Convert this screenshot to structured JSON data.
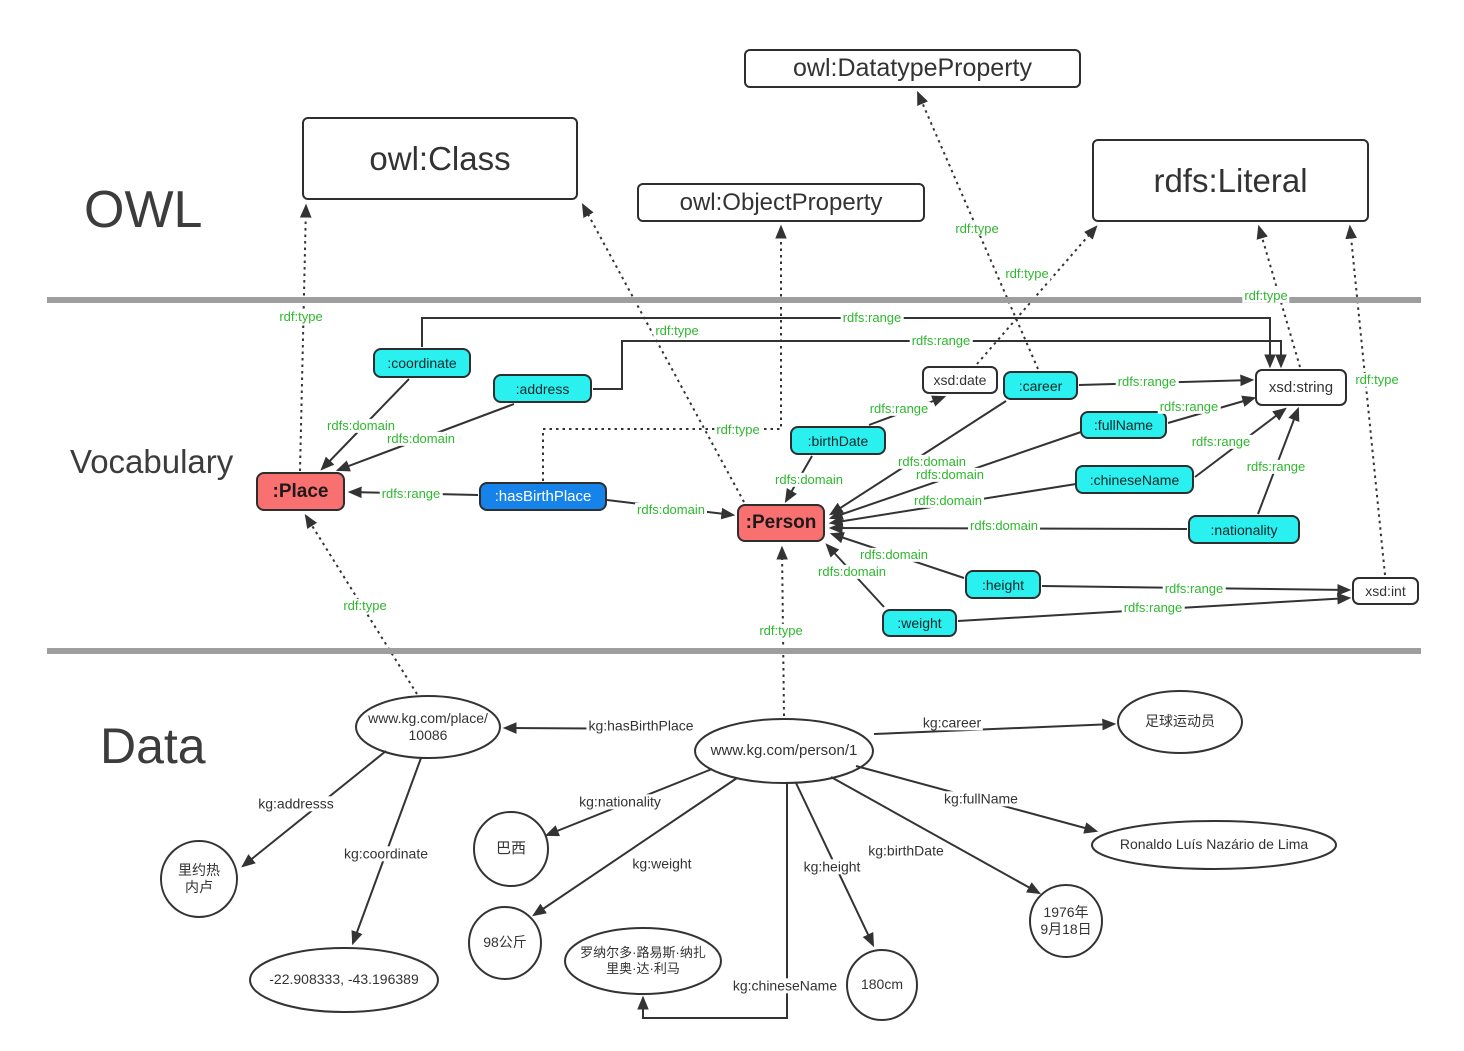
{
  "sections": {
    "owl": "OWL",
    "vocabulary": "Vocabulary",
    "data": "Data"
  },
  "owl_layer": {
    "class": "owl:Class",
    "object_property": "owl:ObjectProperty",
    "datatype_property": "owl:DatatypeProperty",
    "literal": "rdfs:Literal"
  },
  "vocabulary_layer": {
    "classes": {
      "place": ":Place",
      "person": ":Person"
    },
    "object_properties": {
      "has_birth_place": ":hasBirthPlace"
    },
    "datatype_properties": {
      "coordinate": ":coordinate",
      "address": ":address",
      "birth_date": ":birthDate",
      "career": ":career",
      "full_name": ":fullName",
      "chinese_name": ":chineseName",
      "nationality": ":nationality",
      "height": ":height",
      "weight": ":weight"
    },
    "datatypes": {
      "date": "xsd:date",
      "string": "xsd:string",
      "int": "xsd:int"
    }
  },
  "data_layer": {
    "place_uri": "www.kg.com/place/\n10086",
    "person_uri": "www.kg.com/person/1",
    "career_value": "足球运动员",
    "full_name_value": "Ronaldo Luís Nazário de Lima",
    "birth_date_value": "1976年\n9月18日",
    "height_value": "180cm",
    "chinese_name_value": "罗纳尔多·路易斯·纳扎\n里奥·达·利马",
    "weight_value": "98公斤",
    "nationality_value": "巴西",
    "address_value": "里约热\n内卢",
    "coordinate_value": "-22.908333, -43.196389"
  },
  "edge_labels": {
    "rdf_type": "rdf:type",
    "rdfs_domain": "rdfs:domain",
    "rdfs_range": "rdfs:range",
    "kg_has_birth_place": "kg:hasBirthPlace",
    "kg_career": "kg:career",
    "kg_nationality": "kg:nationality",
    "kg_weight": "kg:weight",
    "kg_height": "kg:height",
    "kg_birth_date": "kg:birthDate",
    "kg_full_name": "kg:fullName",
    "kg_chinese_name": "kg:chineseName",
    "kg_addresss": "kg:addresss",
    "kg_coordinate": "kg:coordinate"
  },
  "colors": {
    "class_fill": "#f97070",
    "datatype_property_fill": "#2bf0f0",
    "object_property_fill": "#1583ea",
    "datatype_fill": "#ffffff",
    "edge_label_green": "#2eb82e",
    "line": "#333333",
    "divider": "#9e9e9e"
  }
}
